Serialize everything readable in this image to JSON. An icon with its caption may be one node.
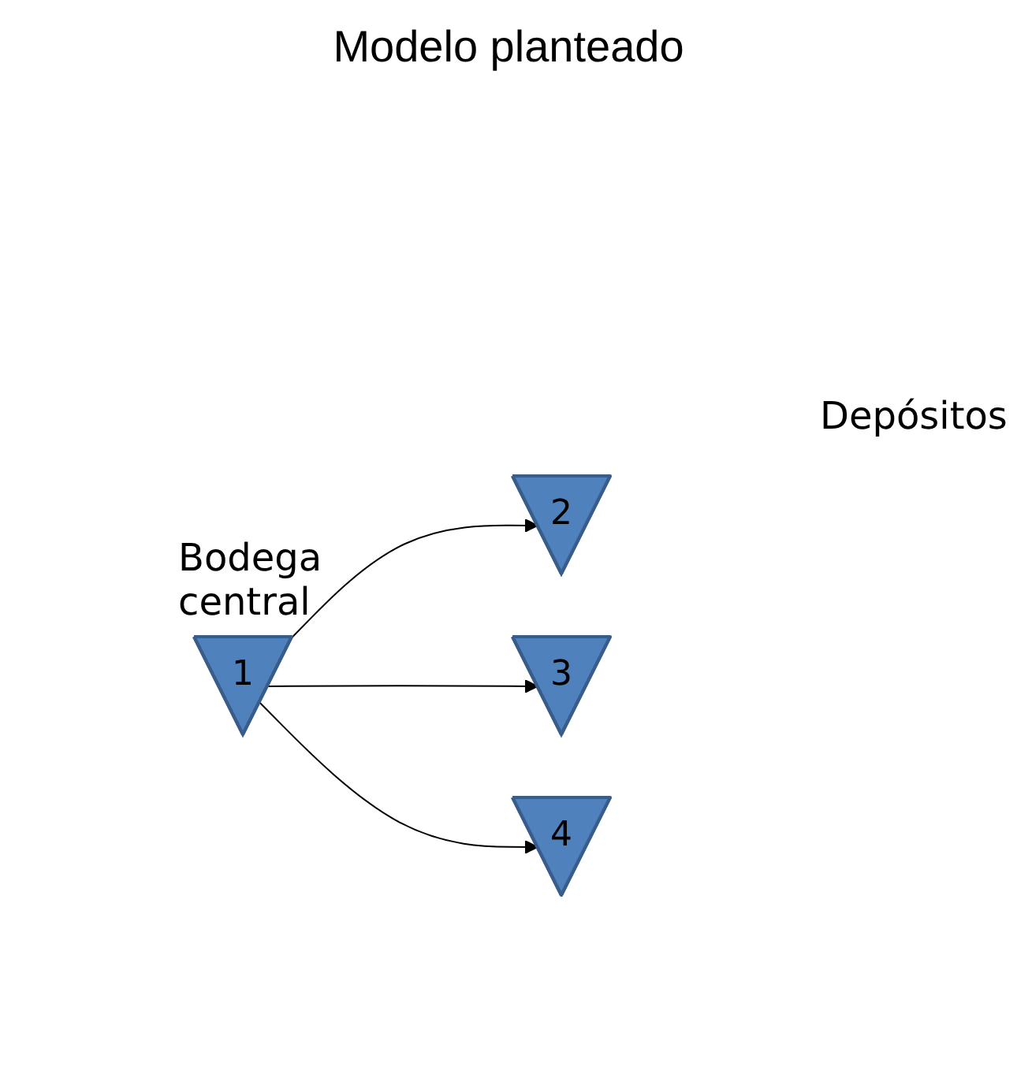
{
  "diagram": {
    "title": "Modelo planteado",
    "nodes": [
      {
        "text": [
          "1"
        ],
        "beside": [
          "Bodega central"
        ]
      },
      {
        "text": [
          "2"
        ]
      },
      {
        "text": [
          "3"
        ]
      },
      {
        "text": [
          "4"
        ]
      }
    ],
    "edges": [
      {
        "from": 0,
        "to": 1,
        "arrow": "to"
      },
      {
        "from": 0,
        "to": 2,
        "arrow": "to"
      },
      {
        "from": 0,
        "to": 3,
        "arrow": "to"
      }
    ],
    "labels": [
      "Depósitos"
    ]
  }
}
